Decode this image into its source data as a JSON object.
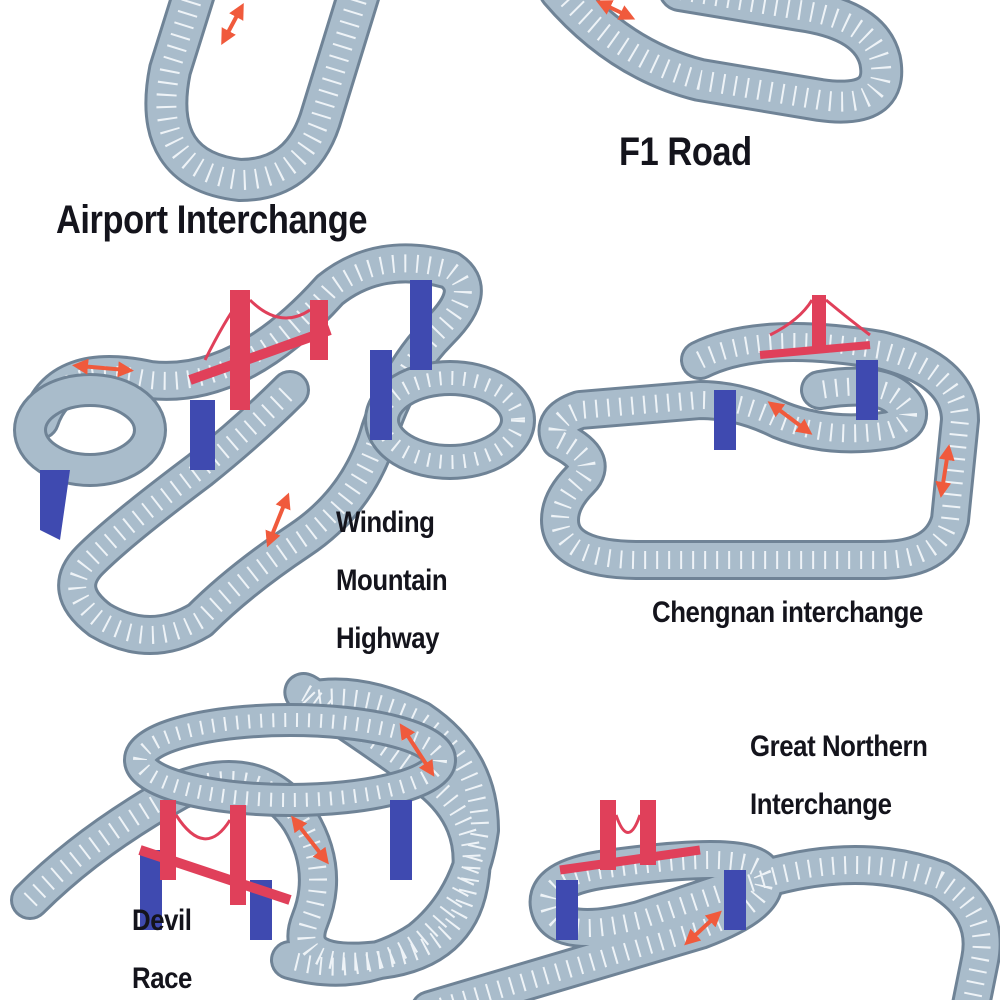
{
  "tracks": [
    {
      "id": "airport",
      "label": "Airport Interchange"
    },
    {
      "id": "f1",
      "label": "F1 Road"
    },
    {
      "id": "winding",
      "label_lines": [
        "Winding",
        "Mountain",
        "Highway"
      ]
    },
    {
      "id": "chengnan",
      "label": "Chengnan interchange"
    },
    {
      "id": "great-northern",
      "label_lines": [
        "Great Northern",
        "Interchange"
      ]
    },
    {
      "id": "devil",
      "label_lines": [
        "Devil",
        "Race"
      ]
    }
  ],
  "colors": {
    "track": "#a9bccb",
    "track_edge": "#6f8396",
    "rung": "#8ea2b4",
    "bridge": "#e0405a",
    "pillar": "#3f4ab0",
    "arrow": "#f05a3c",
    "text": "#14141c"
  }
}
